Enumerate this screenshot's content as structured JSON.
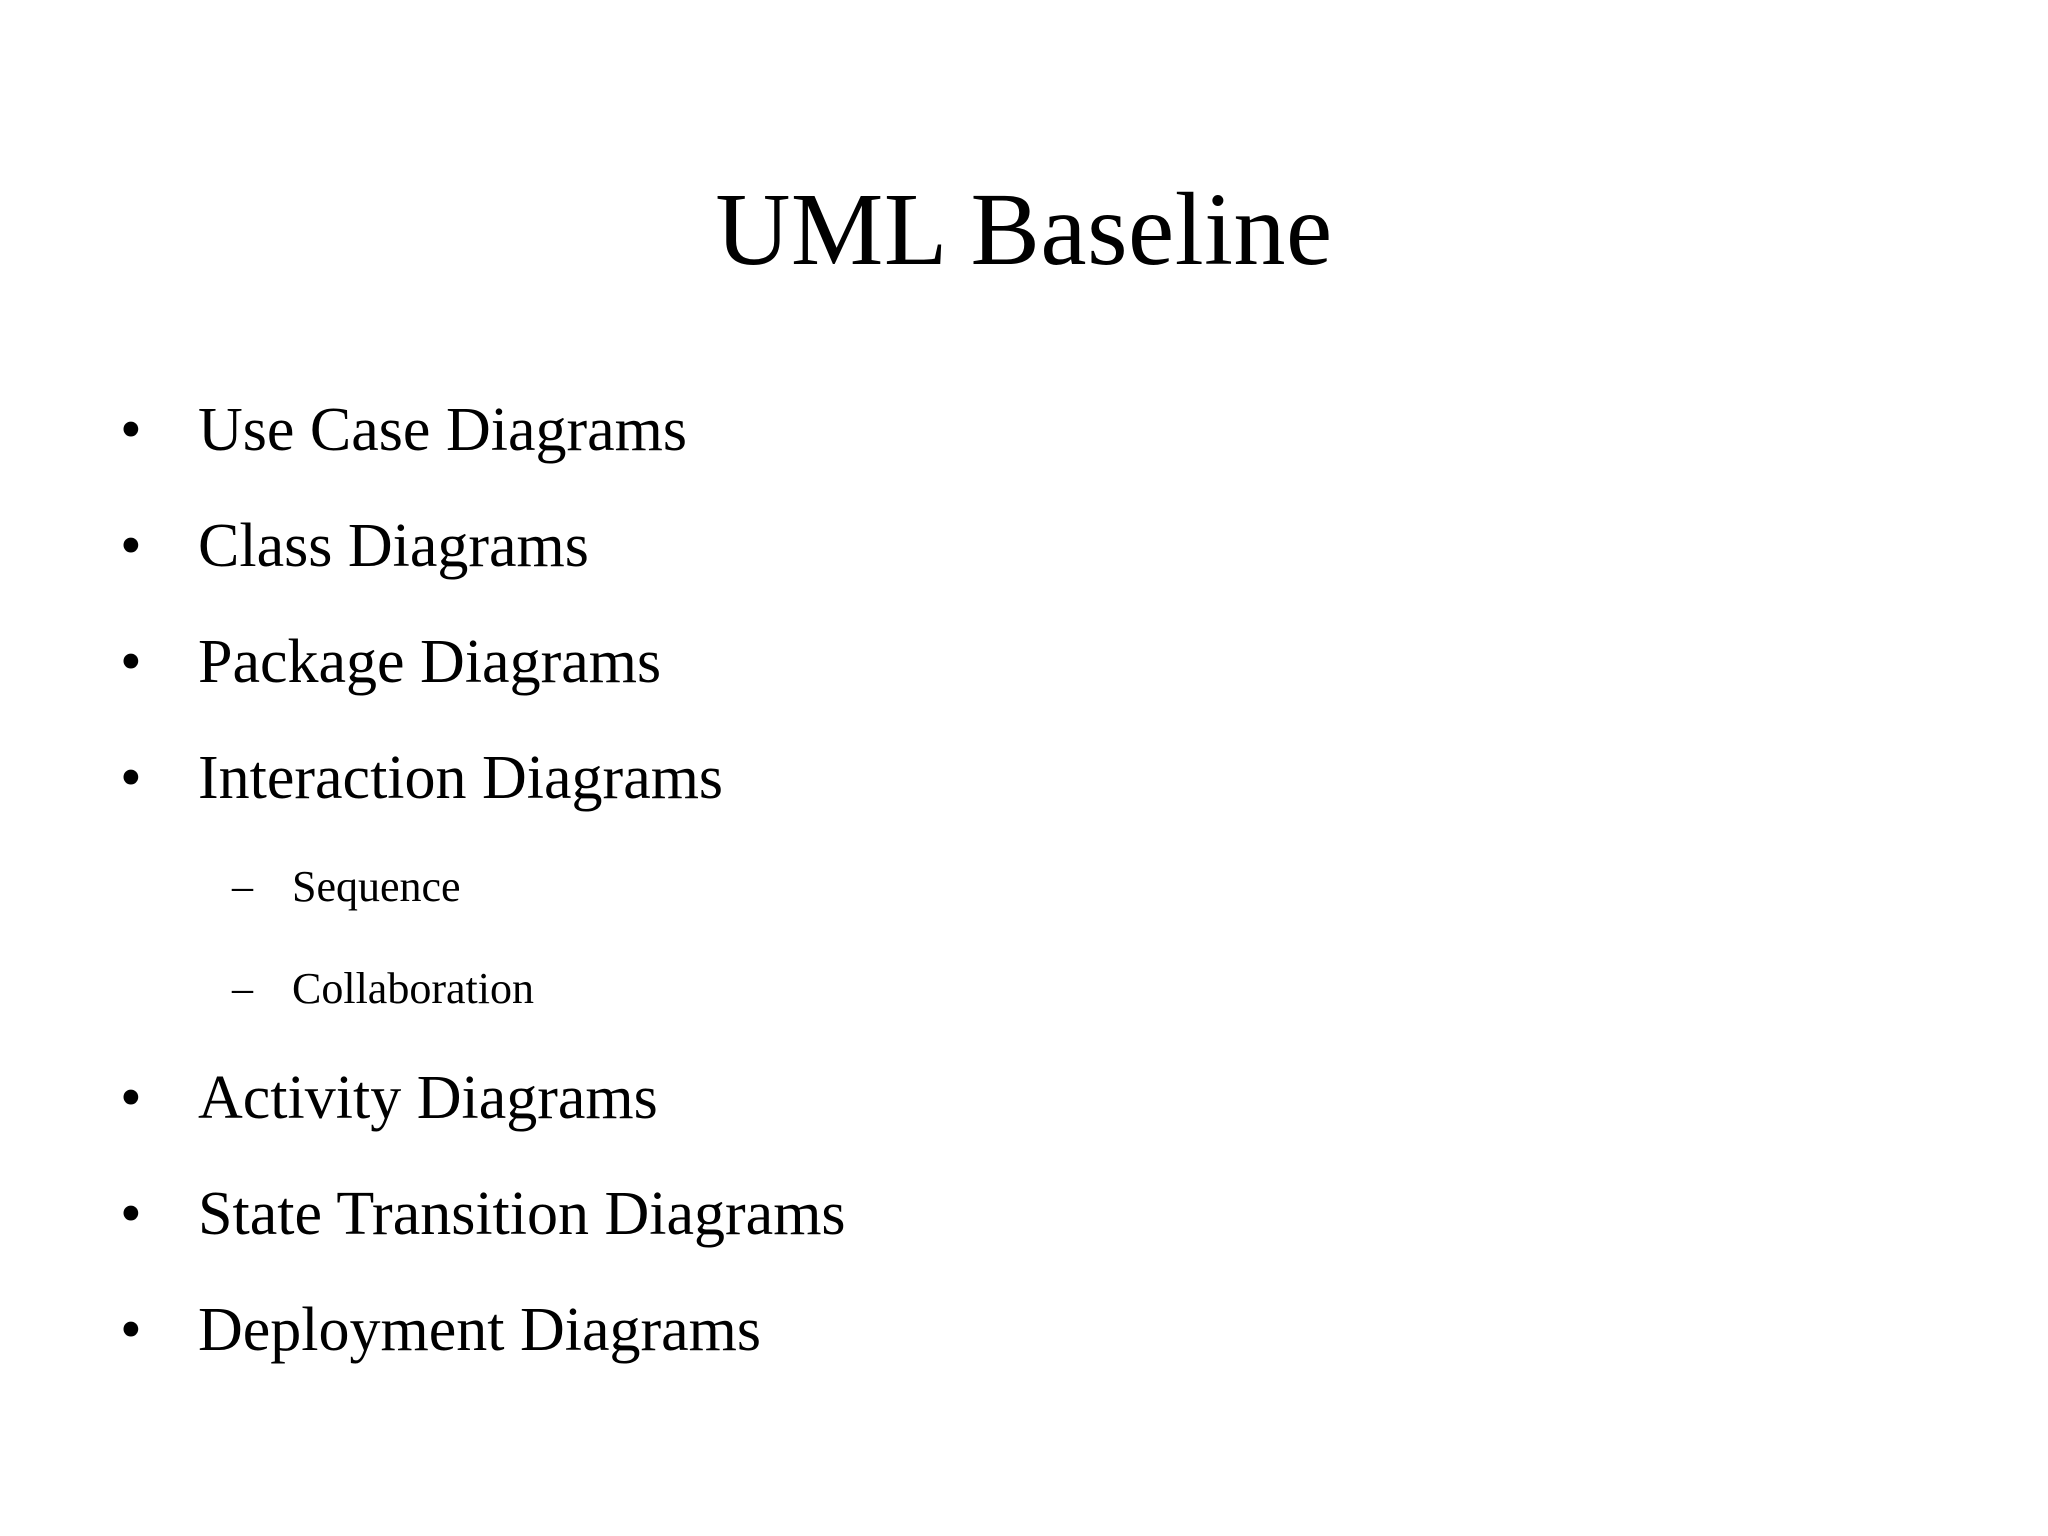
{
  "slide": {
    "background_color": "#FFFFFF",
    "text_color": "#000000",
    "title": "UML Baseline",
    "bullet_marker_level1": "•",
    "bullet_marker_level2": "–",
    "items": [
      {
        "level": 1,
        "label": "Use Case Diagrams"
      },
      {
        "level": 1,
        "label": "Class Diagrams"
      },
      {
        "level": 1,
        "label": "Package Diagrams"
      },
      {
        "level": 1,
        "label": "Interaction Diagrams"
      },
      {
        "level": 2,
        "label": "Sequence"
      },
      {
        "level": 2,
        "label": "Collaboration"
      },
      {
        "level": 1,
        "label": "Activity Diagrams"
      },
      {
        "level": 1,
        "label": "State Transition Diagrams"
      },
      {
        "level": 1,
        "label": "Deployment Diagrams"
      }
    ]
  }
}
